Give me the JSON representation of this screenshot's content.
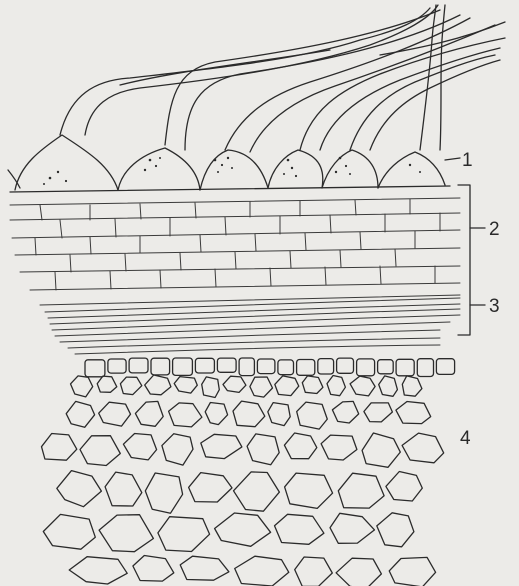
{
  "figure": {
    "labels": {
      "l1": "1",
      "l2": "2",
      "l3": "3",
      "l4": "4"
    }
  },
  "colors": {
    "background": "#ecebe8",
    "ink": "#2b2b2b"
  }
}
